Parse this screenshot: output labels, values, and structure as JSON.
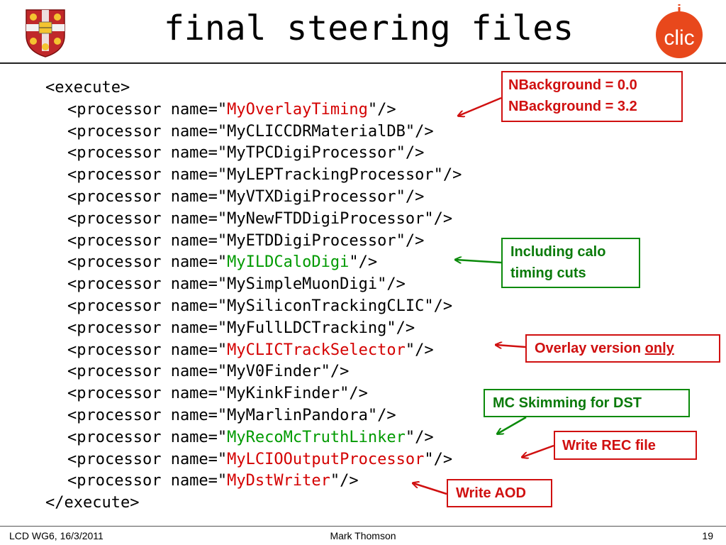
{
  "slide": {
    "title": "final steering files",
    "page_number": "19"
  },
  "logos": {
    "crest": "cambridge-crest",
    "clic_text": "clic",
    "clic_color": "#e8481c"
  },
  "code": {
    "open_tag": "<execute>",
    "close_tag": "</execute>",
    "prefix": "<processor name=\"",
    "suffix": "\"/>",
    "processors": [
      {
        "name": "MyOverlayTiming",
        "hl": "red"
      },
      {
        "name": "MyCLICCDRMaterialDB",
        "hl": ""
      },
      {
        "name": "MyTPCDigiProcessor",
        "hl": ""
      },
      {
        "name": "MyLEPTrackingProcessor",
        "hl": ""
      },
      {
        "name": "MyVTXDigiProcessor",
        "hl": ""
      },
      {
        "name": "MyNewFTDDigiProcessor",
        "hl": ""
      },
      {
        "name": "MyETDDigiProcessor",
        "hl": ""
      },
      {
        "name": "MyILDCaloDigi",
        "hl": "green"
      },
      {
        "name": "MySimpleMuonDigi",
        "hl": ""
      },
      {
        "name": "MySiliconTrackingCLIC",
        "hl": ""
      },
      {
        "name": "MyFullLDCTracking",
        "hl": ""
      },
      {
        "name": "MyCLICTrackSelector",
        "hl": "red"
      },
      {
        "name": "MyV0Finder",
        "hl": ""
      },
      {
        "name": "MyKinkFinder",
        "hl": ""
      },
      {
        "name": "MyMarlinPandora",
        "hl": ""
      },
      {
        "name": "MyRecoMcTruthLinker",
        "hl": "green"
      },
      {
        "name": "MyLCIOOutputProcessor",
        "hl": "red"
      },
      {
        "name": "MyDstWriter",
        "hl": "red"
      }
    ]
  },
  "annotations": {
    "nbackground_1": "NBackground = 0.0",
    "nbackground_2": "NBackground = 3.2",
    "calo_1": "Including calo",
    "calo_2": "timing cuts",
    "overlay_text": "Overlay version ",
    "overlay_emph": "only",
    "mc_skimming": "MC Skimming for DST",
    "write_rec": "Write REC file",
    "write_aod": "Write AOD"
  },
  "colors": {
    "red": "#d01010",
    "green": "#0a8a0a"
  },
  "footer": {
    "left": "LCD WG6, 16/3/2011",
    "center": "Mark Thomson",
    "right": "19"
  }
}
